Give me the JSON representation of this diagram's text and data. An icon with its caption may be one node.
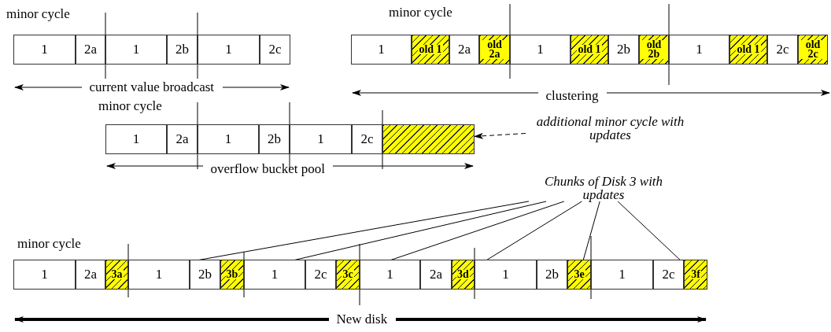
{
  "diagram": {
    "nodes": [
      {
        "text": [
          "1"
        ]
      },
      {
        "text": [
          "2a"
        ]
      },
      {
        "text": [
          "1"
        ]
      },
      {
        "text": [
          "2b"
        ]
      },
      {
        "text": [
          "1"
        ]
      },
      {
        "text": [
          "2c"
        ]
      },
      {
        "text": [
          "1"
        ]
      },
      {
        "text": [
          "old 1"
        ]
      },
      {
        "text": [
          "2a"
        ]
      },
      {
        "text": [
          "old 2a"
        ]
      },
      {
        "text": [
          "1"
        ]
      },
      {
        "text": [
          "old 1"
        ]
      },
      {
        "text": [
          "2b"
        ]
      },
      {
        "text": [
          "old 2b"
        ]
      },
      {
        "text": [
          "1"
        ]
      },
      {
        "text": [
          "old 1"
        ]
      },
      {
        "text": [
          "2c"
        ]
      },
      {
        "text": [
          "old 2c"
        ]
      },
      {
        "text": [
          "1"
        ]
      },
      {
        "text": [
          "2a"
        ]
      },
      {
        "text": [
          "1"
        ]
      },
      {
        "text": [
          "2b"
        ]
      },
      {
        "text": [
          "1"
        ]
      },
      {
        "text": [
          "2c"
        ]
      },
      {
        "text": [],
        "shape": "box"
      },
      {
        "text": [
          "additional minor cycle with updates"
        ]
      },
      {
        "text": [
          "Chunks of Disk 3 with updates"
        ]
      },
      {
        "text": [
          "1"
        ]
      },
      {
        "text": [
          "2a"
        ]
      },
      {
        "text": [
          "3a"
        ]
      },
      {
        "text": [
          "1"
        ]
      },
      {
        "text": [
          "2b"
        ]
      },
      {
        "text": [
          "3b"
        ]
      },
      {
        "text": [
          "1"
        ]
      },
      {
        "text": [
          "2c"
        ]
      },
      {
        "text": [
          "3c"
        ]
      },
      {
        "text": [
          "1"
        ]
      },
      {
        "text": [
          "2a"
        ]
      },
      {
        "text": [
          "3d"
        ]
      },
      {
        "text": [
          "1"
        ]
      },
      {
        "text": [
          "2b"
        ]
      },
      {
        "text": [
          "3e"
        ]
      },
      {
        "text": [
          "1"
        ]
      },
      {
        "text": [
          "2c"
        ]
      },
      {
        "text": [
          "3f"
        ]
      }
    ],
    "edges": [
      {
        "from": 25,
        "to": 24,
        "arrow": "to",
        "style": "dashed"
      },
      {
        "from": 26,
        "to": 29,
        "arrow": "none"
      },
      {
        "from": 26,
        "to": 32,
        "arrow": "none"
      },
      {
        "from": 26,
        "to": 35,
        "arrow": "none"
      },
      {
        "from": 26,
        "to": 38,
        "arrow": "none"
      },
      {
        "from": 26,
        "to": 41,
        "arrow": "none"
      },
      {
        "from": 26,
        "to": 44,
        "arrow": "none"
      }
    ],
    "labels": [
      "minor cycle",
      "minor cycle",
      "current value broadcast",
      "clustering",
      "minor cycle",
      "overflow bucket pool",
      "minor cycle",
      "New disk"
    ]
  }
}
